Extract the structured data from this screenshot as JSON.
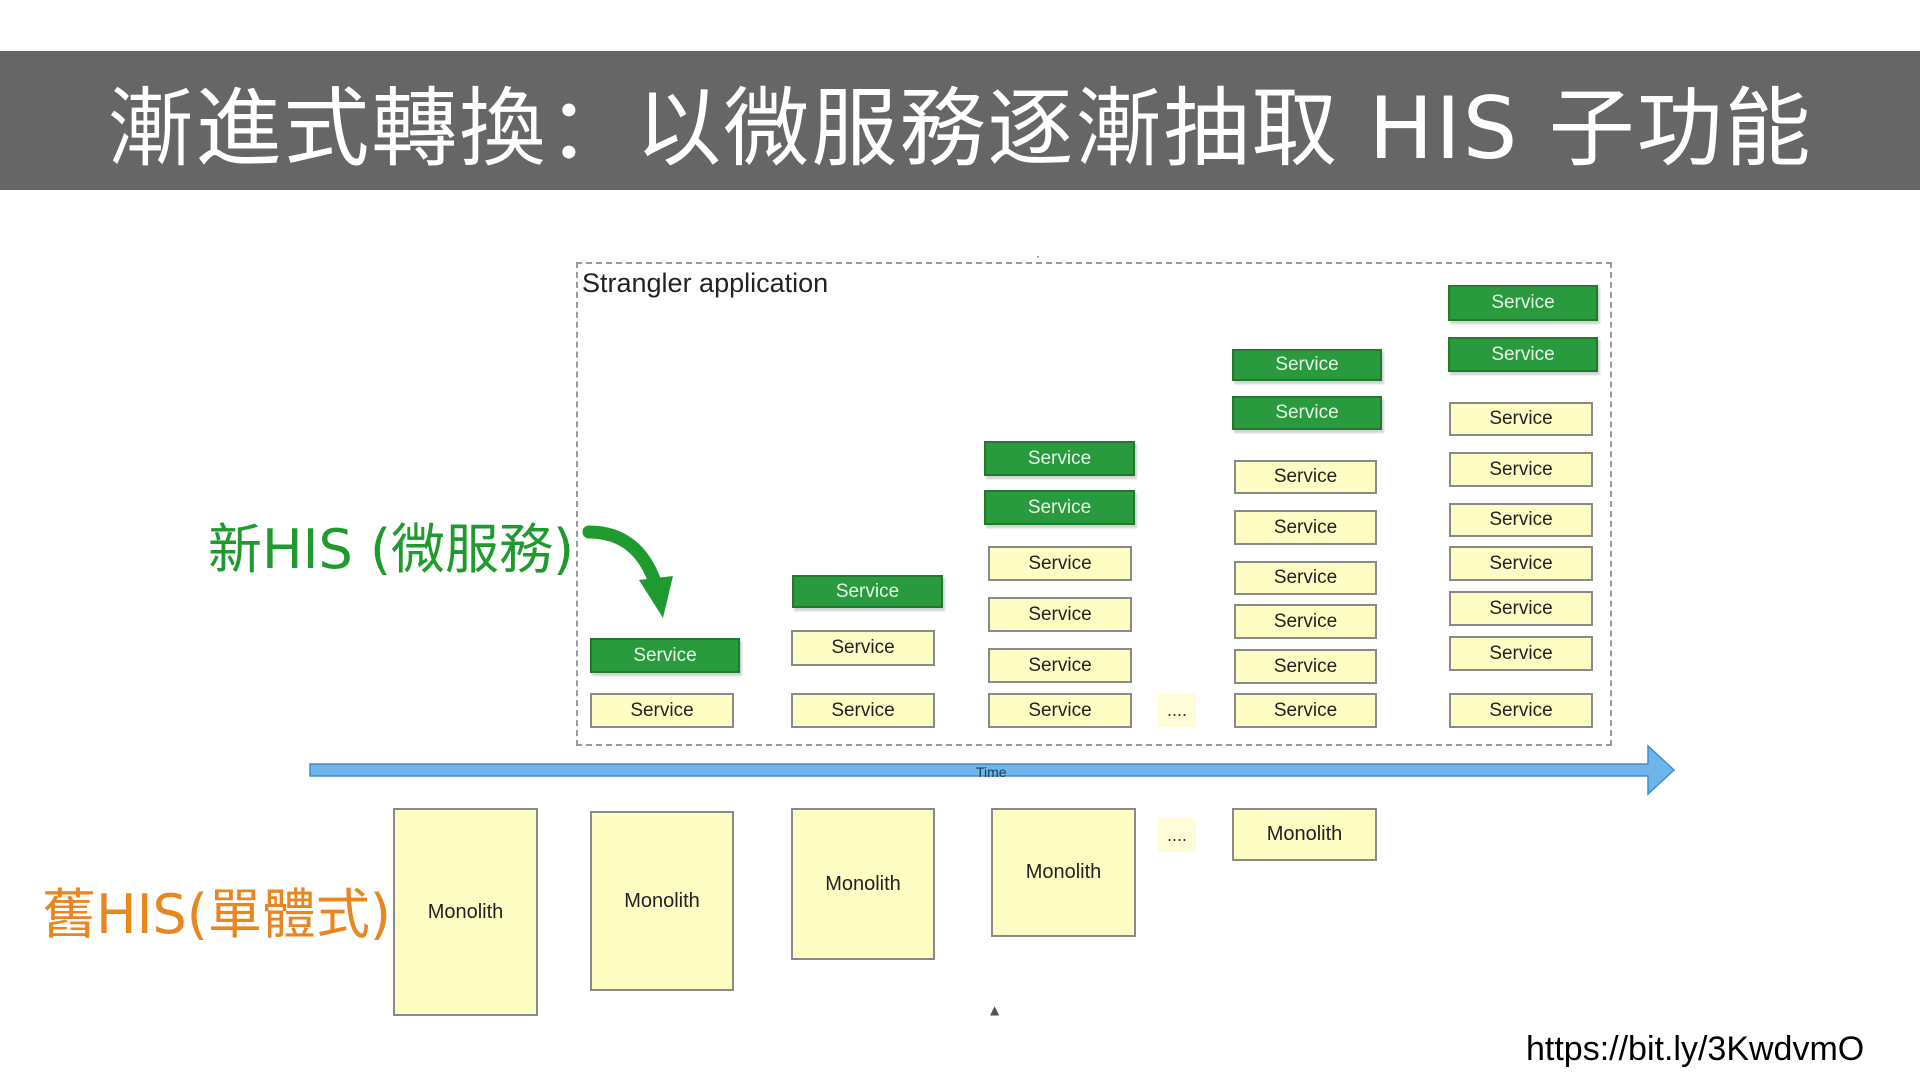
{
  "title": "漸進式轉換：以微服務逐漸抽取 HIS 子功能",
  "diagram": {
    "frame_label": "Strangler application",
    "service_label": "Service",
    "monolith_label": "Monolith",
    "ellipsis": "....",
    "time_label": "Time",
    "new_his_label": "新HIS (微服務)",
    "old_his_label": "舊HIS(單體式)",
    "columns": [
      {
        "green_services": 1,
        "yellow_services": 1
      },
      {
        "green_services": 1,
        "yellow_services": 2
      },
      {
        "green_services": 2,
        "yellow_services": 4
      },
      {
        "green_services": 2,
        "yellow_services": 6
      },
      {
        "green_services": 2,
        "yellow_services": 7
      }
    ],
    "colors": {
      "new_service": "#2a9a3e",
      "legacy_service": "#fefdc4",
      "time_arrow": "#6db6ea",
      "new_his": "#1f9a2e",
      "old_his": "#e88620"
    }
  },
  "footer": {
    "url": "https://bit.ly/3KwdvmO"
  }
}
